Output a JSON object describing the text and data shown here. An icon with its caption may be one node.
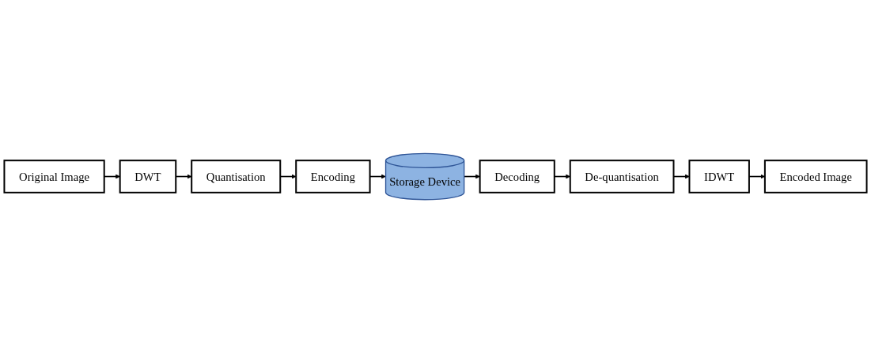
{
  "diagram": {
    "nodes": [
      {
        "text": [
          "Original Image"
        ]
      },
      {
        "text": [
          "DWT"
        ]
      },
      {
        "text": [
          "Quantisation"
        ]
      },
      {
        "text": [
          "Encoding"
        ]
      },
      {
        "text": [
          "Storage Device"
        ]
      },
      {
        "text": [
          "Decoding"
        ]
      },
      {
        "text": [
          "De-quantisation"
        ]
      },
      {
        "text": [
          "IDWT"
        ]
      },
      {
        "text": [
          "Encoded Image"
        ]
      }
    ],
    "edges": [
      {
        "from": 0,
        "to": 1,
        "arrow": "to"
      },
      {
        "from": 1,
        "to": 2,
        "arrow": "to"
      },
      {
        "from": 2,
        "to": 3,
        "arrow": "to"
      },
      {
        "from": 3,
        "to": 4,
        "arrow": "to"
      },
      {
        "from": 4,
        "to": 5,
        "arrow": "to"
      },
      {
        "from": 5,
        "to": 6,
        "arrow": "to"
      },
      {
        "from": 6,
        "to": 7,
        "arrow": "to"
      },
      {
        "from": 7,
        "to": 8,
        "arrow": "to"
      }
    ]
  }
}
